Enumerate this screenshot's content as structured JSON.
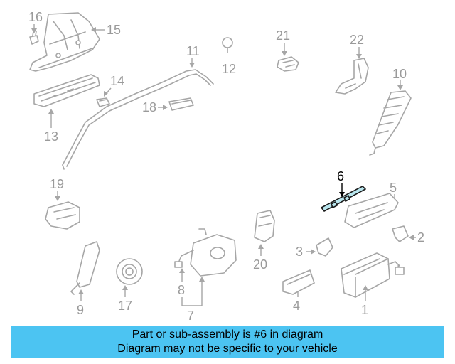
{
  "callouts": {
    "n1": "1",
    "n2": "2",
    "n3": "3",
    "n4": "4",
    "n5": "5",
    "n6": "6",
    "n7": "7",
    "n8": "8",
    "n9": "9",
    "n10": "10",
    "n11": "11",
    "n12": "12",
    "n13": "13",
    "n14": "14",
    "n15": "15",
    "n16": "16",
    "n17": "17",
    "n18": "18",
    "n19": "19",
    "n20": "20",
    "n21": "21",
    "n22": "22"
  },
  "highlighted_part": "6",
  "colors": {
    "banner": "#4cc4f2",
    "highlight_fill": "#b9e6ee",
    "parts": "#a6a6a6"
  },
  "banner": {
    "line1": "Part or sub-assembly is #6 in diagram",
    "line2": "Diagram may not be specific to your vehicle"
  }
}
